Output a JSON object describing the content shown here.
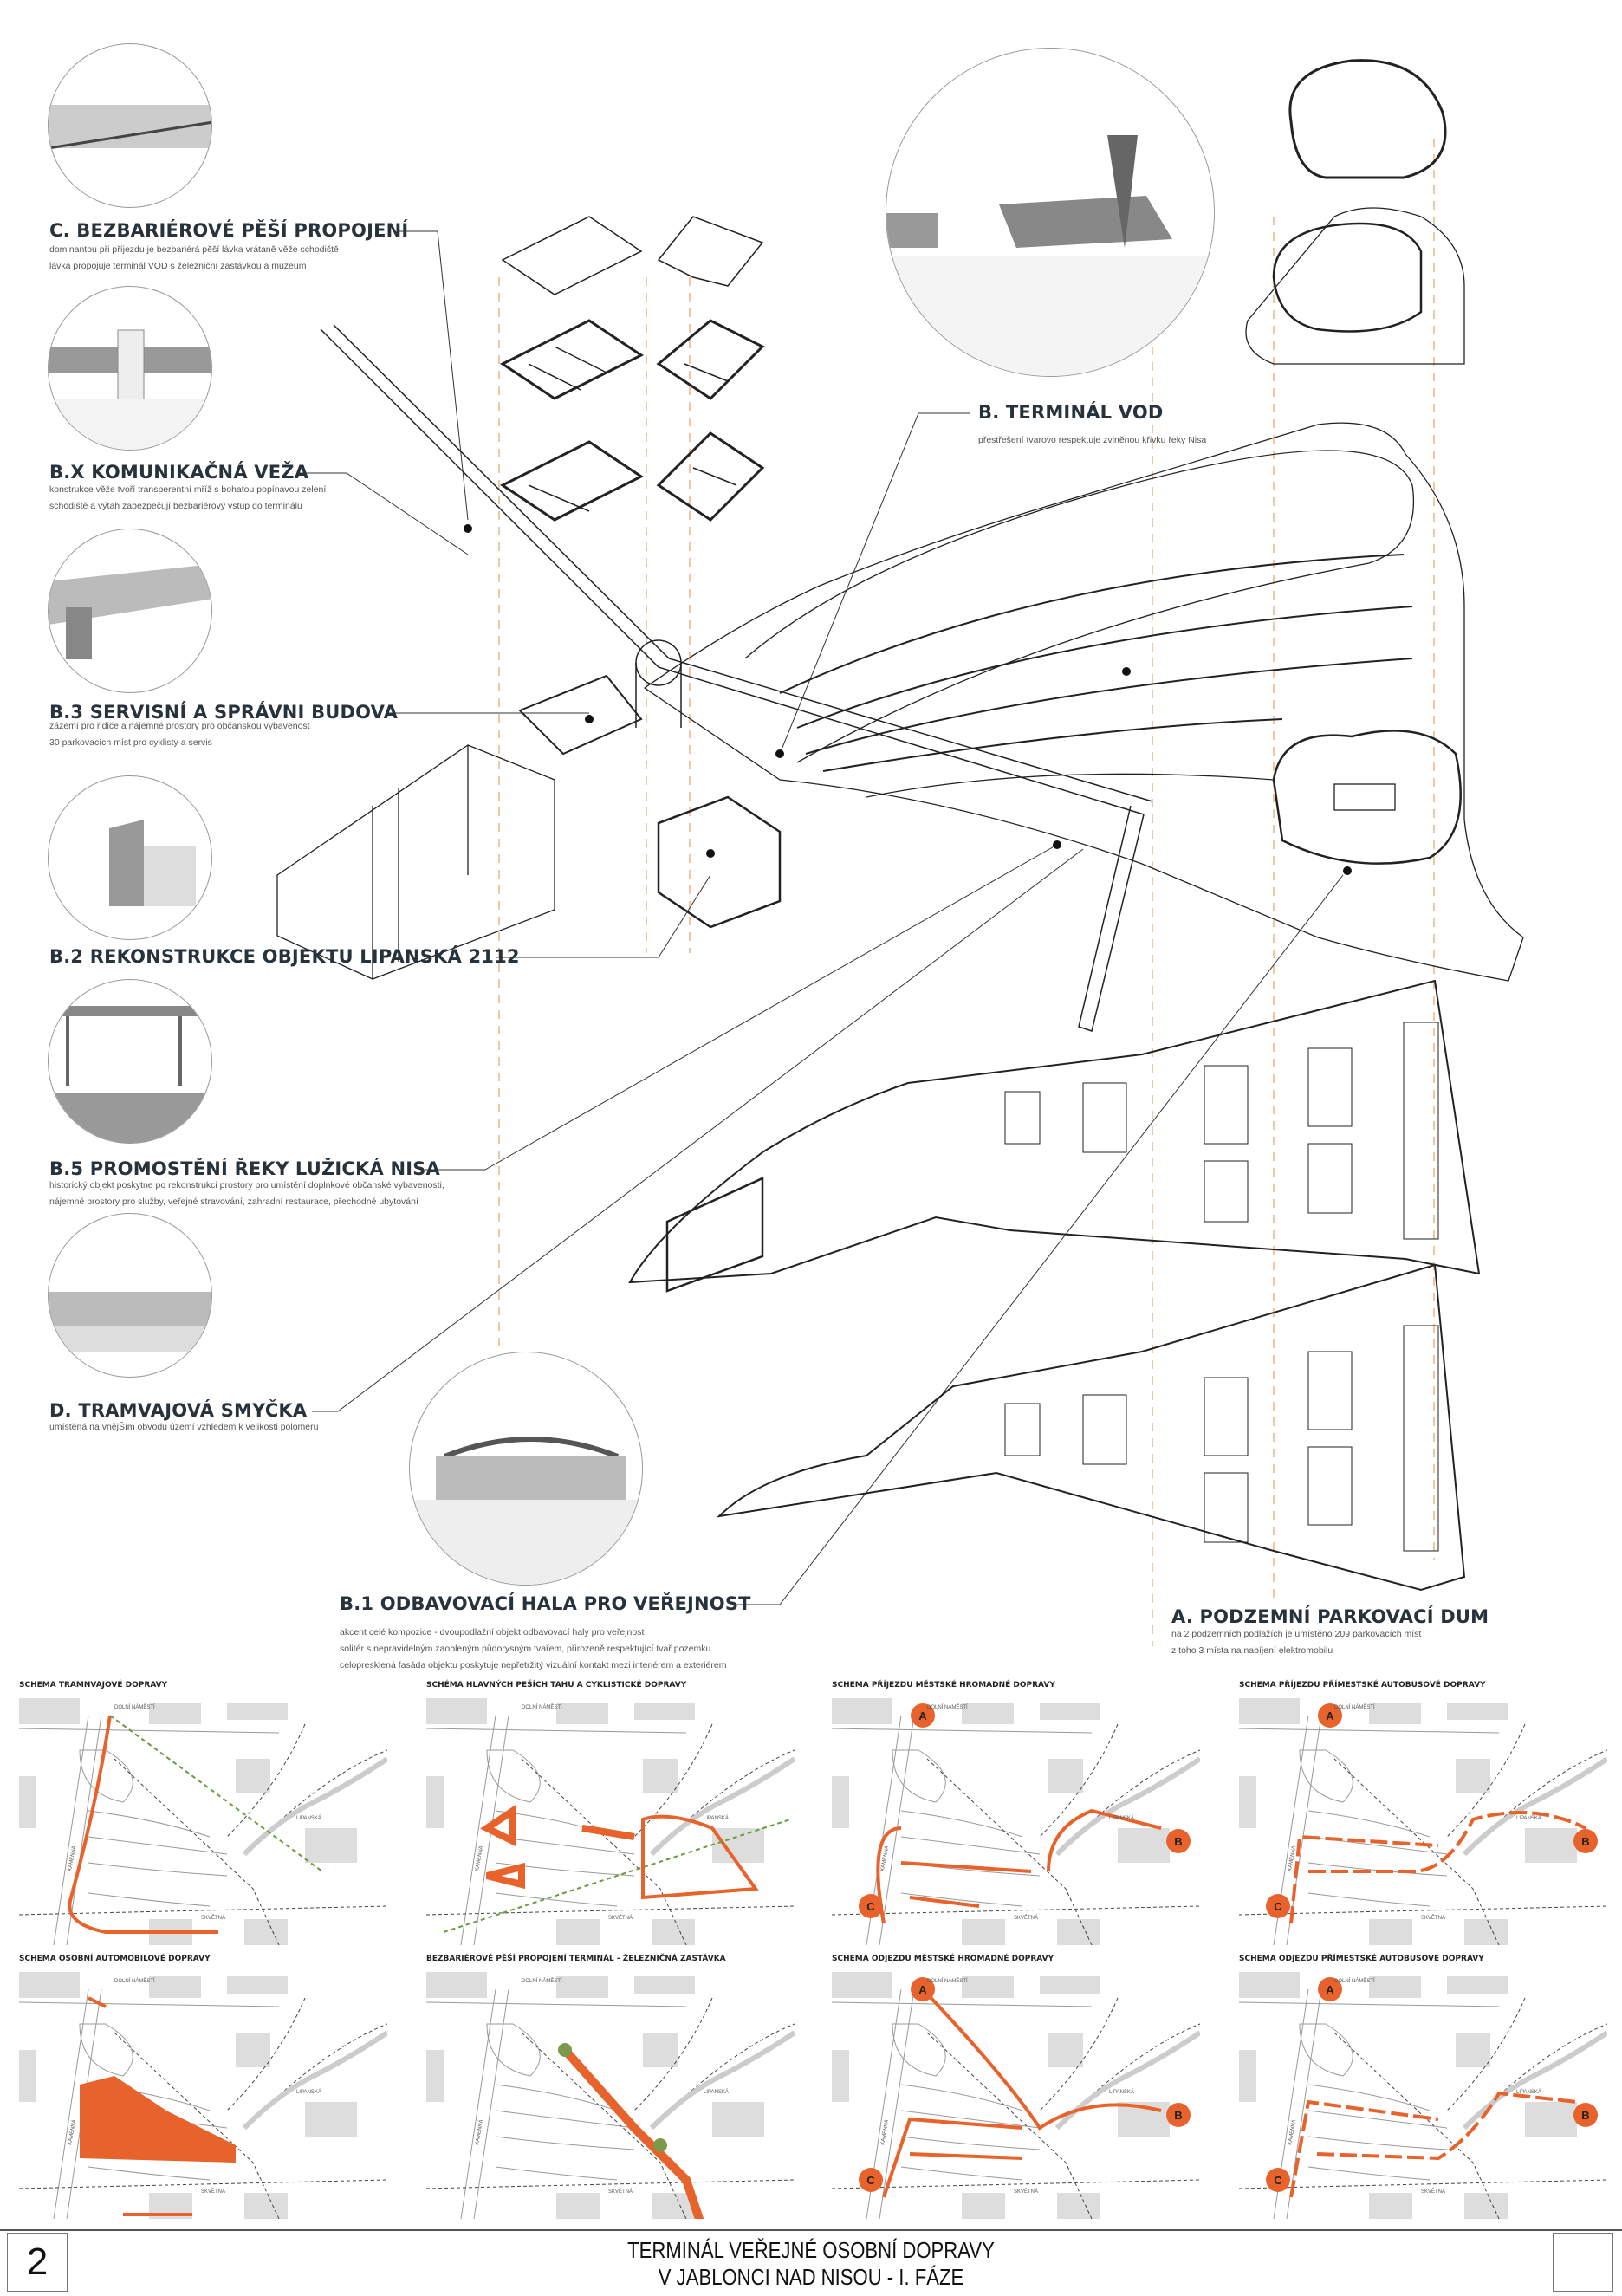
{
  "sections": {
    "c": {
      "title": "C. BEZBARIÉROVÉ PĚŠÍ PROPOJENÍ",
      "lines": [
        "dominantou při příjezdu je bezbariérá pěší lávka vrátaně věže schodiště",
        "lávka propojuje terminál VOD s železniční zastávkou a muzeum"
      ]
    },
    "bx": {
      "title": "B.X KOMUNIKAČNÁ VEŽA",
      "lines": [
        "konstrukce věže tvoří transperentní  mříž s bohatou popínavou zelení",
        "schodiště a výtah zabezpečují bezbariérový vstup do terminálu"
      ]
    },
    "b3": {
      "title": "B.3 SERVISNÍ A SPRÁVNI BUDOVA",
      "lines": [
        "zázemí pro řidiče a nájemné prostory pro občanskou vybavenost",
        "30 parkovacích míst pro cyklisty a servis"
      ]
    },
    "b2": {
      "title": "B.2 REKONSTRUKCE OBJEKTU LIPANSKÁ 2112"
    },
    "b5": {
      "title": "B.5 PROMOSTĚNÍ ŘEKY LUŽICKÁ NISA",
      "lines": [
        "historický  objekt  poskytne  po  rekonstrukci  prostory  pro  umístění  doplnkové  občanské  vybavenosti,",
        "nájemné prostory pro služby, veřejné stravování, zahradní restaurace, přechodné ubytování"
      ]
    },
    "d": {
      "title": "D. TRAMVAJOVÁ SMYČKA",
      "lines": [
        "umístěná na vnějŠím obvodu území vzhledem k velikosti polomeru"
      ]
    },
    "b1": {
      "title": "B.1 ODBAVOVACÍ HALA PRO VEŘEJNOST",
      "lines": [
        "akcent celé kompozice - dvoupodlažní objekt odbavovací haly pro veřejnost",
        "solitér s nepravidelným zaobleným půdorysným tvařem, přirozeně respektující tvař pozemku",
        "celopresklená  fasáda objektu poskytuje nepřetržitý vizuální kontakt mezi interiérem a exteriérem"
      ]
    },
    "a": {
      "title": "A. PODZEMNÍ PARKOVACÍ DUM",
      "lines": [
        "na 2 podzemních podlažích je umístěno 209 parkovacích míst",
        "z toho 3 místa na nabíjení elektromobilu"
      ]
    },
    "b": {
      "title": "B. TERMINÁL VOD",
      "lines": [
        "přestřešení tvarovo respektuje zvlněnou křivku řeky Nisa"
      ]
    }
  },
  "schemas": [
    {
      "title": "SCHEMA TRAMNVAJOVÉ DOPRAVY"
    },
    {
      "title": "SCHÉMA HLAVNÝCH PEŠÍCH TAHU A CYKLISTICKÉ DOPRAVY"
    },
    {
      "title": "SCHEMA PŘÍJEZDU MĚSTSKÉ HROMADNÉ DOPRAVY"
    },
    {
      "title": "SCHEMA PŘÍJEZDU PŘÍMESTSKÉ AUTOBUSOVÉ DOPRAVY"
    },
    {
      "title": "SCHEMA OSOBNÍ AUTOMOBILOVÉ  DOPRAVY"
    },
    {
      "title": "BEZBARIÉROVÉ PĚŠÍ PROPOJENÍ TERMINÁL - ŽELEZNIČNÁ ZASTÁVKA"
    },
    {
      "title": "SCHEMA ODJEZDU MĚSTSKÉ HROMADNÉ DOPRAVY"
    },
    {
      "title": "SCHEMA ODJEZDU PŘÍMESTSKÉ AUTOBUSOVÉ DOPRAVY"
    }
  ],
  "map_labels": {
    "street_top": "DOLNÍ NÁMĚSTÍ",
    "street_bottom": "SKVĚTNÁ",
    "street_right": "LIPANSKÁ",
    "street_left": "KAMENNÁ",
    "point_a": "A",
    "point_b": "B",
    "point_c": "C"
  },
  "footer": {
    "page_number": "2",
    "title_line1": "TERMINÁL VEŘEJNÉ OSOBNÍ DOPRAVY",
    "title_line2": "V JABLONCI NAD NISOU - I. FÁZE"
  },
  "colors": {
    "accent": "#e8632b",
    "heading": "#27323b",
    "guide": "#e8a060"
  }
}
